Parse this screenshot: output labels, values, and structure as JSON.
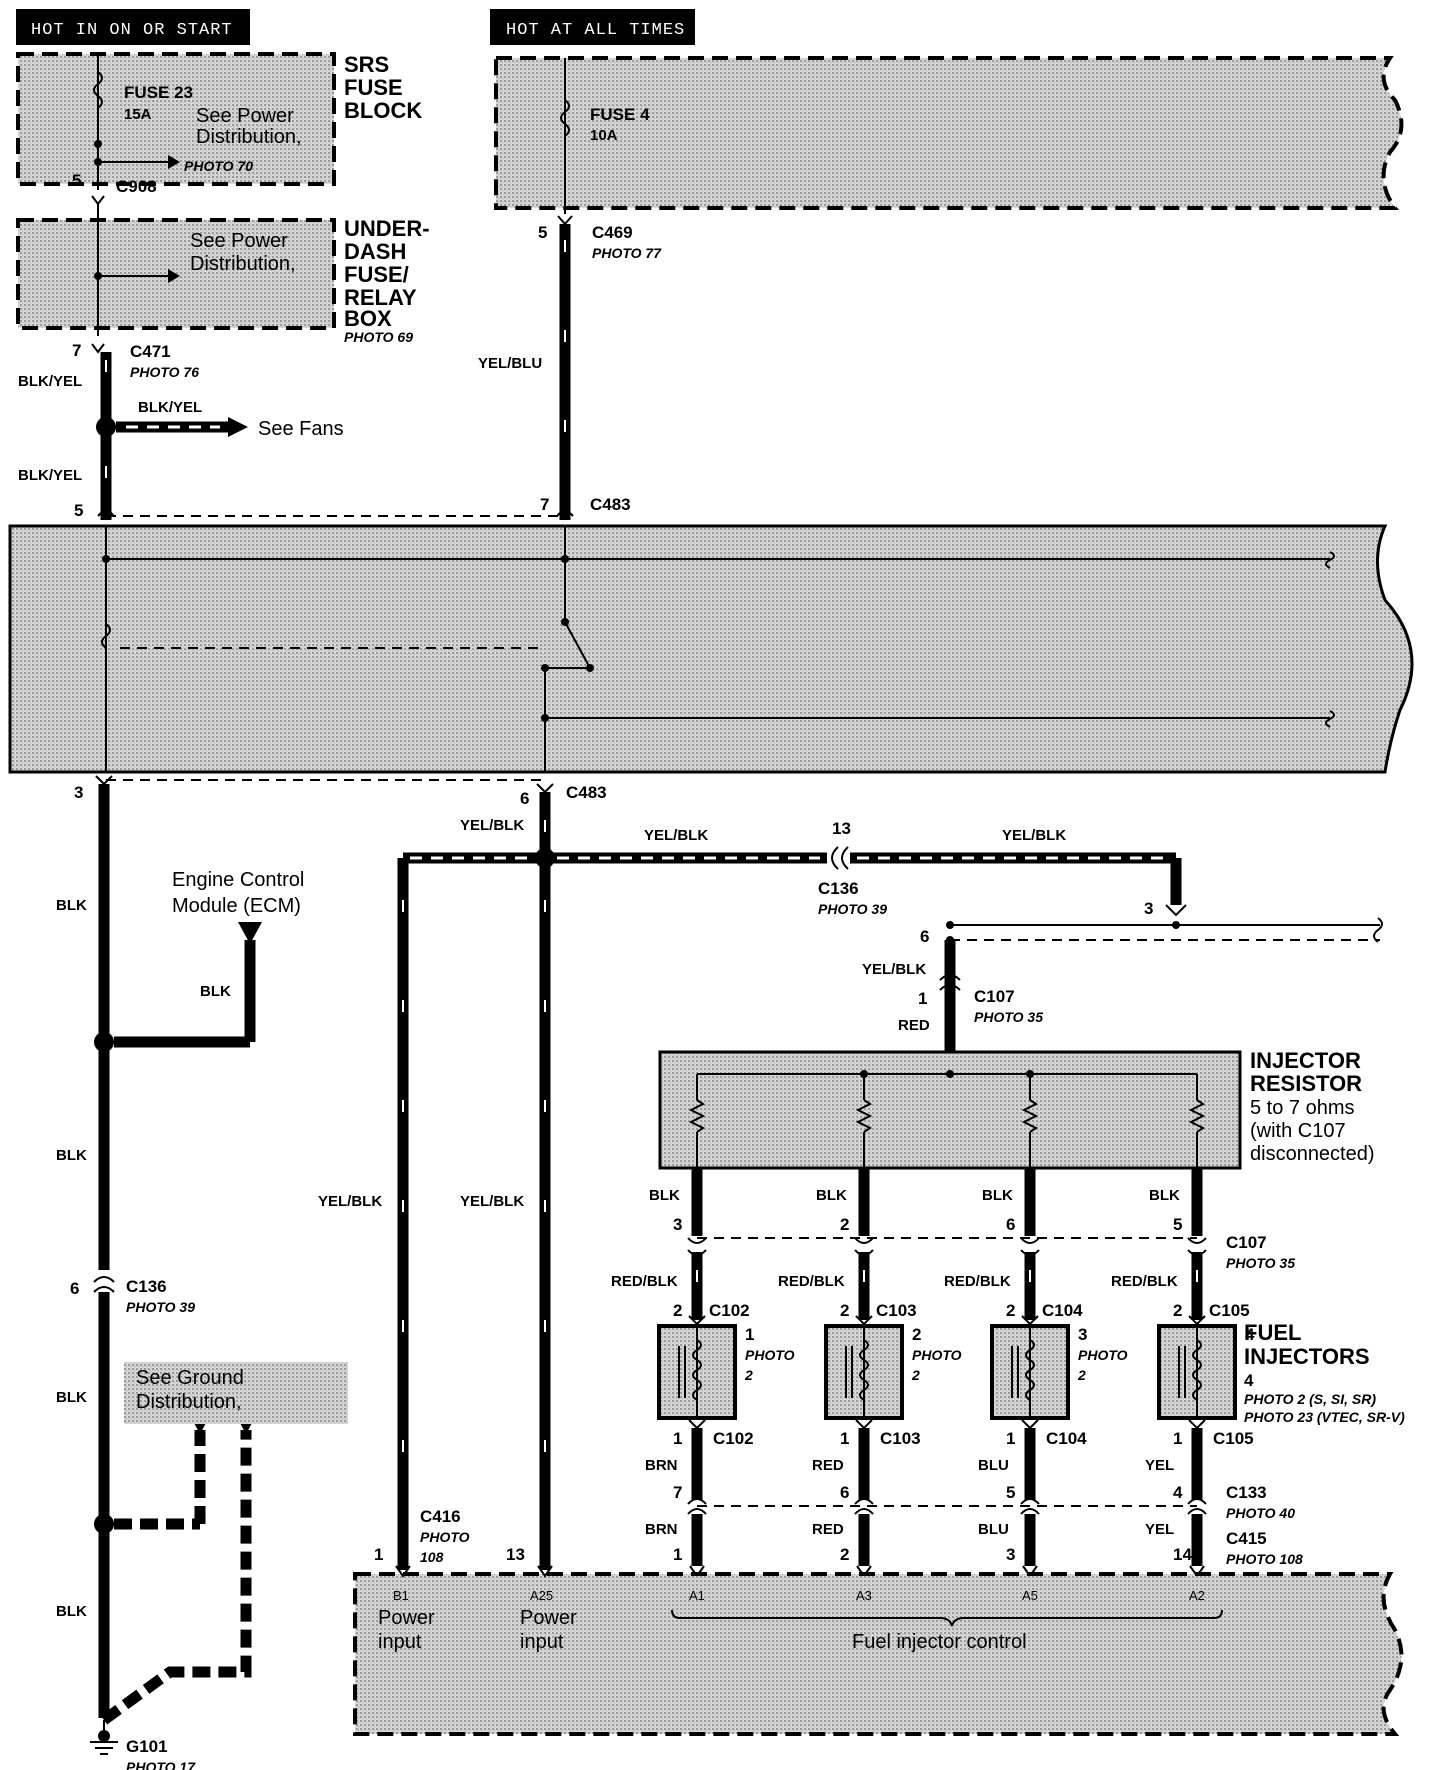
{
  "headers": {
    "ignition": "HOT IN ON OR START",
    "battery": "HOT AT ALL TIMES"
  },
  "srs_box": {
    "title": [
      "SRS",
      "FUSE",
      "BLOCK"
    ],
    "fuse": "FUSE",
    "fuse_num": "23",
    "amp": "15A",
    "note": [
      "See Power",
      "Distribution,"
    ],
    "photo": "PHOTO 70",
    "pin": "5",
    "connector": "C908"
  },
  "underdash_box": {
    "title": [
      "UNDER-",
      "DASH",
      "FUSE/",
      "RELAY",
      "BOX"
    ],
    "photo": "PHOTO 69",
    "note": [
      "See Power",
      "Distribution,"
    ]
  },
  "battery_box": {
    "fuse": "FUSE",
    "fuse_num": "4",
    "amp": "10A"
  },
  "connectors": {
    "c471": "C471",
    "c471_photo": "PHOTO 76",
    "c471_pin": "7",
    "c469": "C469",
    "c469_photo": "PHOTO 77",
    "c469_pin": "5",
    "c483_top": "C483",
    "c483_top_pin_l": "5",
    "c483_top_pin_r": "7",
    "c483_bot": "C483",
    "c483_bot_pin_l": "3",
    "c483_bot_pin_r": "6",
    "c136_top": "C136",
    "c136_top_photo": "PHOTO 39",
    "c136_top_pin": "13",
    "c136_left": "C136",
    "c136_left_photo": "PHOTO 39",
    "c136_left_pin": "6",
    "c107_top": "C107",
    "c107_top_photo": "PHOTO 35",
    "c107_top_pin": "1",
    "c107_bot": "C107",
    "c107_bot_photo": "PHOTO 35",
    "c107_bot_pins": [
      "3",
      "2",
      "6",
      "5"
    ],
    "c416": "C416",
    "c416_photo": [
      "PHOTO",
      "108"
    ],
    "c416_pin": "1",
    "c133": "C133",
    "c133_photo": "PHOTO 40",
    "c133_pins": [
      "7",
      "6",
      "5",
      "4"
    ],
    "c415": "C415",
    "c415_photo": "PHOTO 108",
    "c415_pins": [
      "1",
      "2",
      "3",
      "14"
    ],
    "a25_pin": "13",
    "top_sw_pin_3": "3",
    "top_sw_pin_6": "6"
  },
  "wires": {
    "blk_yel": "BLK/YEL",
    "yel_blu": "YEL/BLU",
    "yel_blk": "YEL/BLK",
    "blk": "BLK",
    "red": "RED",
    "red_blk": "RED/BLK",
    "brn": "BRN",
    "blu": "BLU",
    "yel": "YEL"
  },
  "fans_ref": "See Fans",
  "ecm_ref": [
    "Engine Control",
    "Module (ECM)"
  ],
  "ground_ref": [
    "See Ground",
    "Distribution,"
  ],
  "ground": {
    "name": "G101",
    "photo": "PHOTO 17"
  },
  "resistor": {
    "title": [
      "INJECTOR",
      "RESISTOR"
    ],
    "spec": [
      "5 to 7 ohms",
      "(with C107",
      "disconnected)"
    ]
  },
  "injectors": [
    {
      "conn": "C102",
      "num": "1",
      "photo": [
        "PHOTO",
        "2"
      ],
      "feed": "RED/BLK",
      "res_wire": "BLK",
      "out_wire": "BRN",
      "pin_in": "2",
      "pin_out": "1",
      "ecm_pin": "A1"
    },
    {
      "conn": "C103",
      "num": "2",
      "photo": [
        "PHOTO",
        "2"
      ],
      "feed": "RED/BLK",
      "res_wire": "BLK",
      "out_wire": "RED",
      "pin_in": "2",
      "pin_out": "1",
      "ecm_pin": "A3"
    },
    {
      "conn": "C104",
      "num": "3",
      "photo": [
        "PHOTO",
        "2"
      ],
      "feed": "RED/BLK",
      "res_wire": "BLK",
      "out_wire": "BLU",
      "pin_in": "2",
      "pin_out": "1",
      "ecm_pin": "A5"
    },
    {
      "conn": "C105",
      "num": "4",
      "photo": [],
      "feed": "RED/BLK",
      "res_wire": "BLK",
      "out_wire": "YEL",
      "pin_in": "2",
      "pin_out": "1",
      "ecm_pin": "A2"
    }
  ],
  "fuel_injectors": {
    "title": [
      "FUEL",
      "INJECTORS"
    ],
    "num": "4",
    "photo_lines": [
      "PHOTO 2 (S, SI, SR)",
      "PHOTO 23 (VTEC, SR-V)"
    ]
  },
  "ecm_box": {
    "b1": "B1",
    "a25": "A25",
    "power_1": [
      "Power",
      "input"
    ],
    "power_2": [
      "Power",
      "input"
    ],
    "fuel_ctrl": "Fuel injector control"
  },
  "colors": {
    "stipple": "#c8c8c8",
    "ink": "#000000",
    "header_bg": "#000000"
  }
}
